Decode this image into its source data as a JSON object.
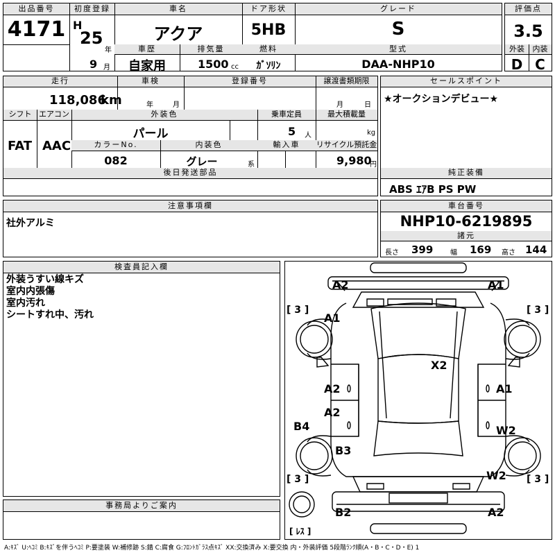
{
  "top": {
    "lot_label": "出品番号",
    "lot": "4171",
    "reg_label": "初度登録",
    "era": "H",
    "reg_year": "25",
    "year_unit": "年",
    "reg_month": "9",
    "month_unit": "月",
    "car_name_label": "車名",
    "car_name": "アクア",
    "door_label": "ドア形状",
    "door": "5HB",
    "grade_label": "グレード",
    "grade": "S",
    "score_label": "評価点",
    "score": "3.5",
    "history_label": "車歴",
    "history": "自家用",
    "disp_label": "排気量",
    "disp": "1500",
    "disp_unit": "cc",
    "fuel_label": "燃料",
    "fuel": "ｶﾞｿﾘﾝ",
    "model_label": "型式",
    "model": "DAA-NHP10",
    "ext_label": "外装",
    "ext": "D",
    "int_label": "内装",
    "int": "C"
  },
  "row2": {
    "mileage_label": "走行",
    "mileage": "118,086",
    "mileage_unit": "km",
    "inspection_label": "車検",
    "year_unit": "年",
    "month_unit": "月",
    "regno_label": "登録番号",
    "transfer_label": "譲渡書類期限",
    "transfer_month": "月",
    "transfer_day": "日",
    "shift_label": "シフト",
    "shift": "FAT",
    "ac_label": "エアコン",
    "ac": "AAC",
    "color_label": "外装色",
    "color": "パール",
    "capacity_label": "乗車定員",
    "capacity": "5",
    "capacity_unit": "人",
    "load_label": "最大積載量",
    "load_unit": "kg",
    "colorno_label": "カラーNo.",
    "colorno": "082",
    "interior_label": "内装色",
    "interior": "グレー",
    "interior_unit": "系",
    "import_label": "輸入車",
    "recycle_label": "リサイクル預託金",
    "recycle": "9,980",
    "recycle_unit": "円",
    "later_label": "後日発送部品"
  },
  "sales": {
    "label": "セールスポイント",
    "text": "★オークションデビュー★"
  },
  "equipment": {
    "label": "純正装備",
    "text": "ABS ｴｱB PS PW"
  },
  "caution": {
    "label": "注意事項欄",
    "text": "社外アルミ"
  },
  "chassis": {
    "label": "車台番号",
    "number": "NHP10-6219895",
    "spec_label": "諸元",
    "length_label": "長さ",
    "length": "399",
    "width_label": "幅",
    "width": "169",
    "height_label": "高さ",
    "height": "144"
  },
  "inspector": {
    "label": "検査員記入欄",
    "notes": [
      "外装うすい線キズ",
      "室内内張傷",
      "室内汚れ",
      "シートすれ中、汚れ"
    ]
  },
  "office": {
    "label": "事務局よりご案内"
  },
  "diagram": {
    "marks": {
      "front_left": "A2",
      "front_right": "A1",
      "fender_left": "A1",
      "roof": "X2",
      "door_fl": "A2",
      "door_fr": "A1",
      "door_rl": "A2",
      "door_rr": "W2",
      "rocker_left": "B4",
      "quarter_left": "B3",
      "quarter_right": "W2",
      "rear_left": "B2",
      "rear_right": "A2"
    },
    "tires": {
      "fl": "3",
      "fr": "3",
      "rl": "3",
      "rr": "3",
      "spare": "ﾚｽ"
    }
  },
  "legend": "A:ｷｽﾞ U:ﾍｺﾐ B:ｷｽﾞを伴うﾍｺﾐ P:要塗装 W:補修跡 S:錆 C:腐食 G:ﾌﾛﾝﾄｶﾞﾗｽ点ｷｽﾞ XX:交換済み X:要交換 内・外装評価 5段階ﾗﾝｸ順(A・B・C・D・E) 1"
}
